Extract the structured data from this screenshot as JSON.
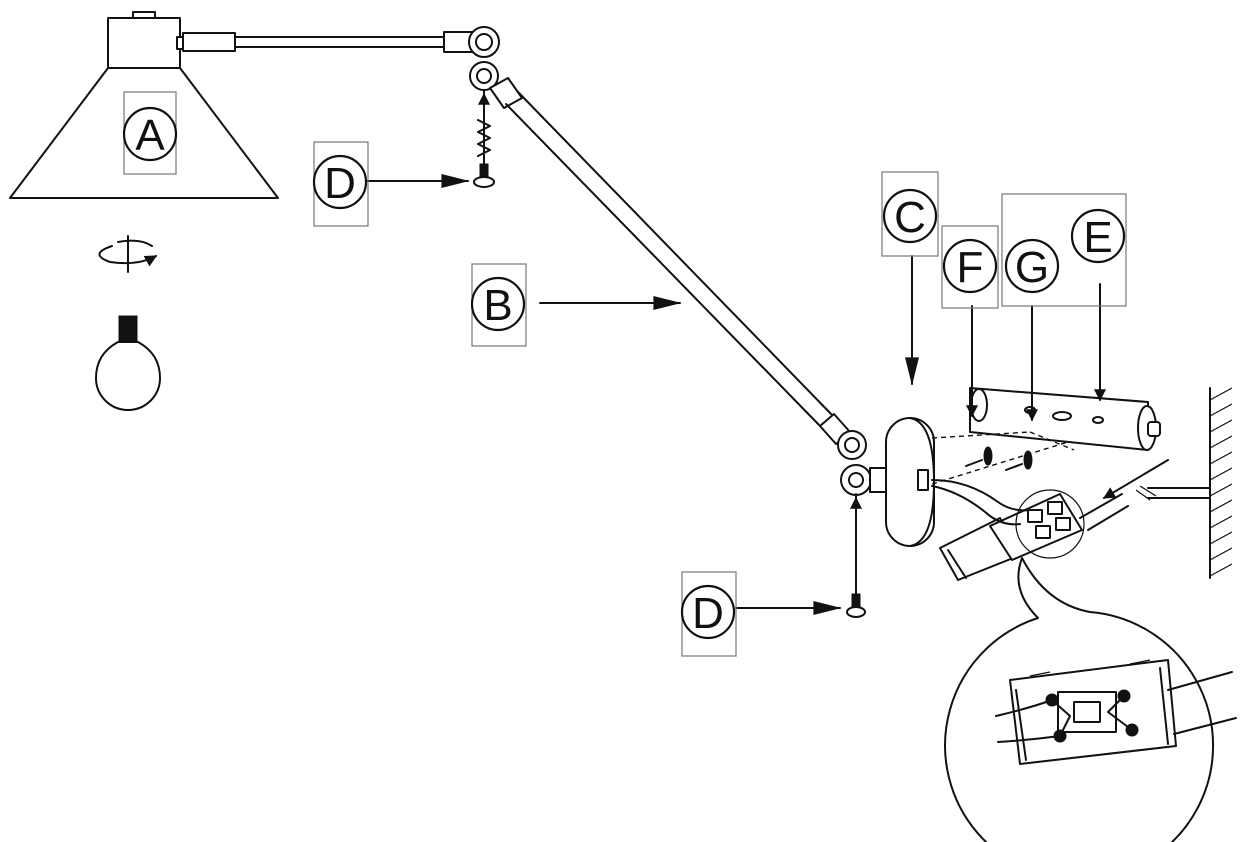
{
  "labels": {
    "A": "A",
    "B": "B",
    "C": "C",
    "D_top": "D",
    "D_bottom": "D",
    "E": "E",
    "F": "F",
    "G": "G"
  },
  "colors": {
    "line": "#111111",
    "label_box": "#777777",
    "background": "#ffffff"
  },
  "icons": {
    "rotate": "rotate-arrow-icon",
    "bulb": "light-bulb-icon",
    "screw": "screw-icon",
    "wall": "wall-hatch-icon"
  }
}
